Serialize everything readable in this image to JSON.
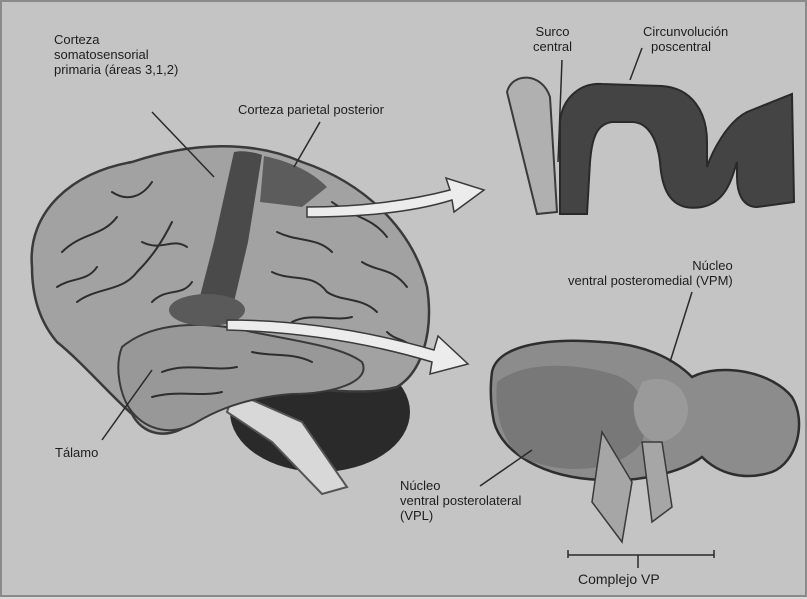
{
  "labels": {
    "somatosensorial": [
      "Corteza",
      "somatosensorial",
      "primaria (áreas 3,1,2)"
    ],
    "parietal_posterior": "Corteza parietal posterior",
    "surco_central": [
      "Surco",
      "central"
    ],
    "circunvolucion": [
      "Circunvolución",
      "poscentral"
    ],
    "vpm": [
      "Núcleo",
      "ventral posteromedial (VPM)"
    ],
    "talamo": "Tálamo",
    "vpl": [
      "Núcleo",
      "ventral posterolateral",
      "(VPL)"
    ],
    "complejo_vp": "Complejo VP"
  },
  "colors": {
    "background": "#c4c4c4",
    "brain_fill": "#a2a2a2",
    "cortex_dark": "#4a4a4a",
    "cerebellum": "#2a2a2a",
    "arrow_fill": "#ececec",
    "gyrus_light": "#b0b0b0"
  },
  "icons": [
    "brain-illustration",
    "cortex-section-illustration",
    "thalamus-illustration",
    "arrow-icon"
  ]
}
